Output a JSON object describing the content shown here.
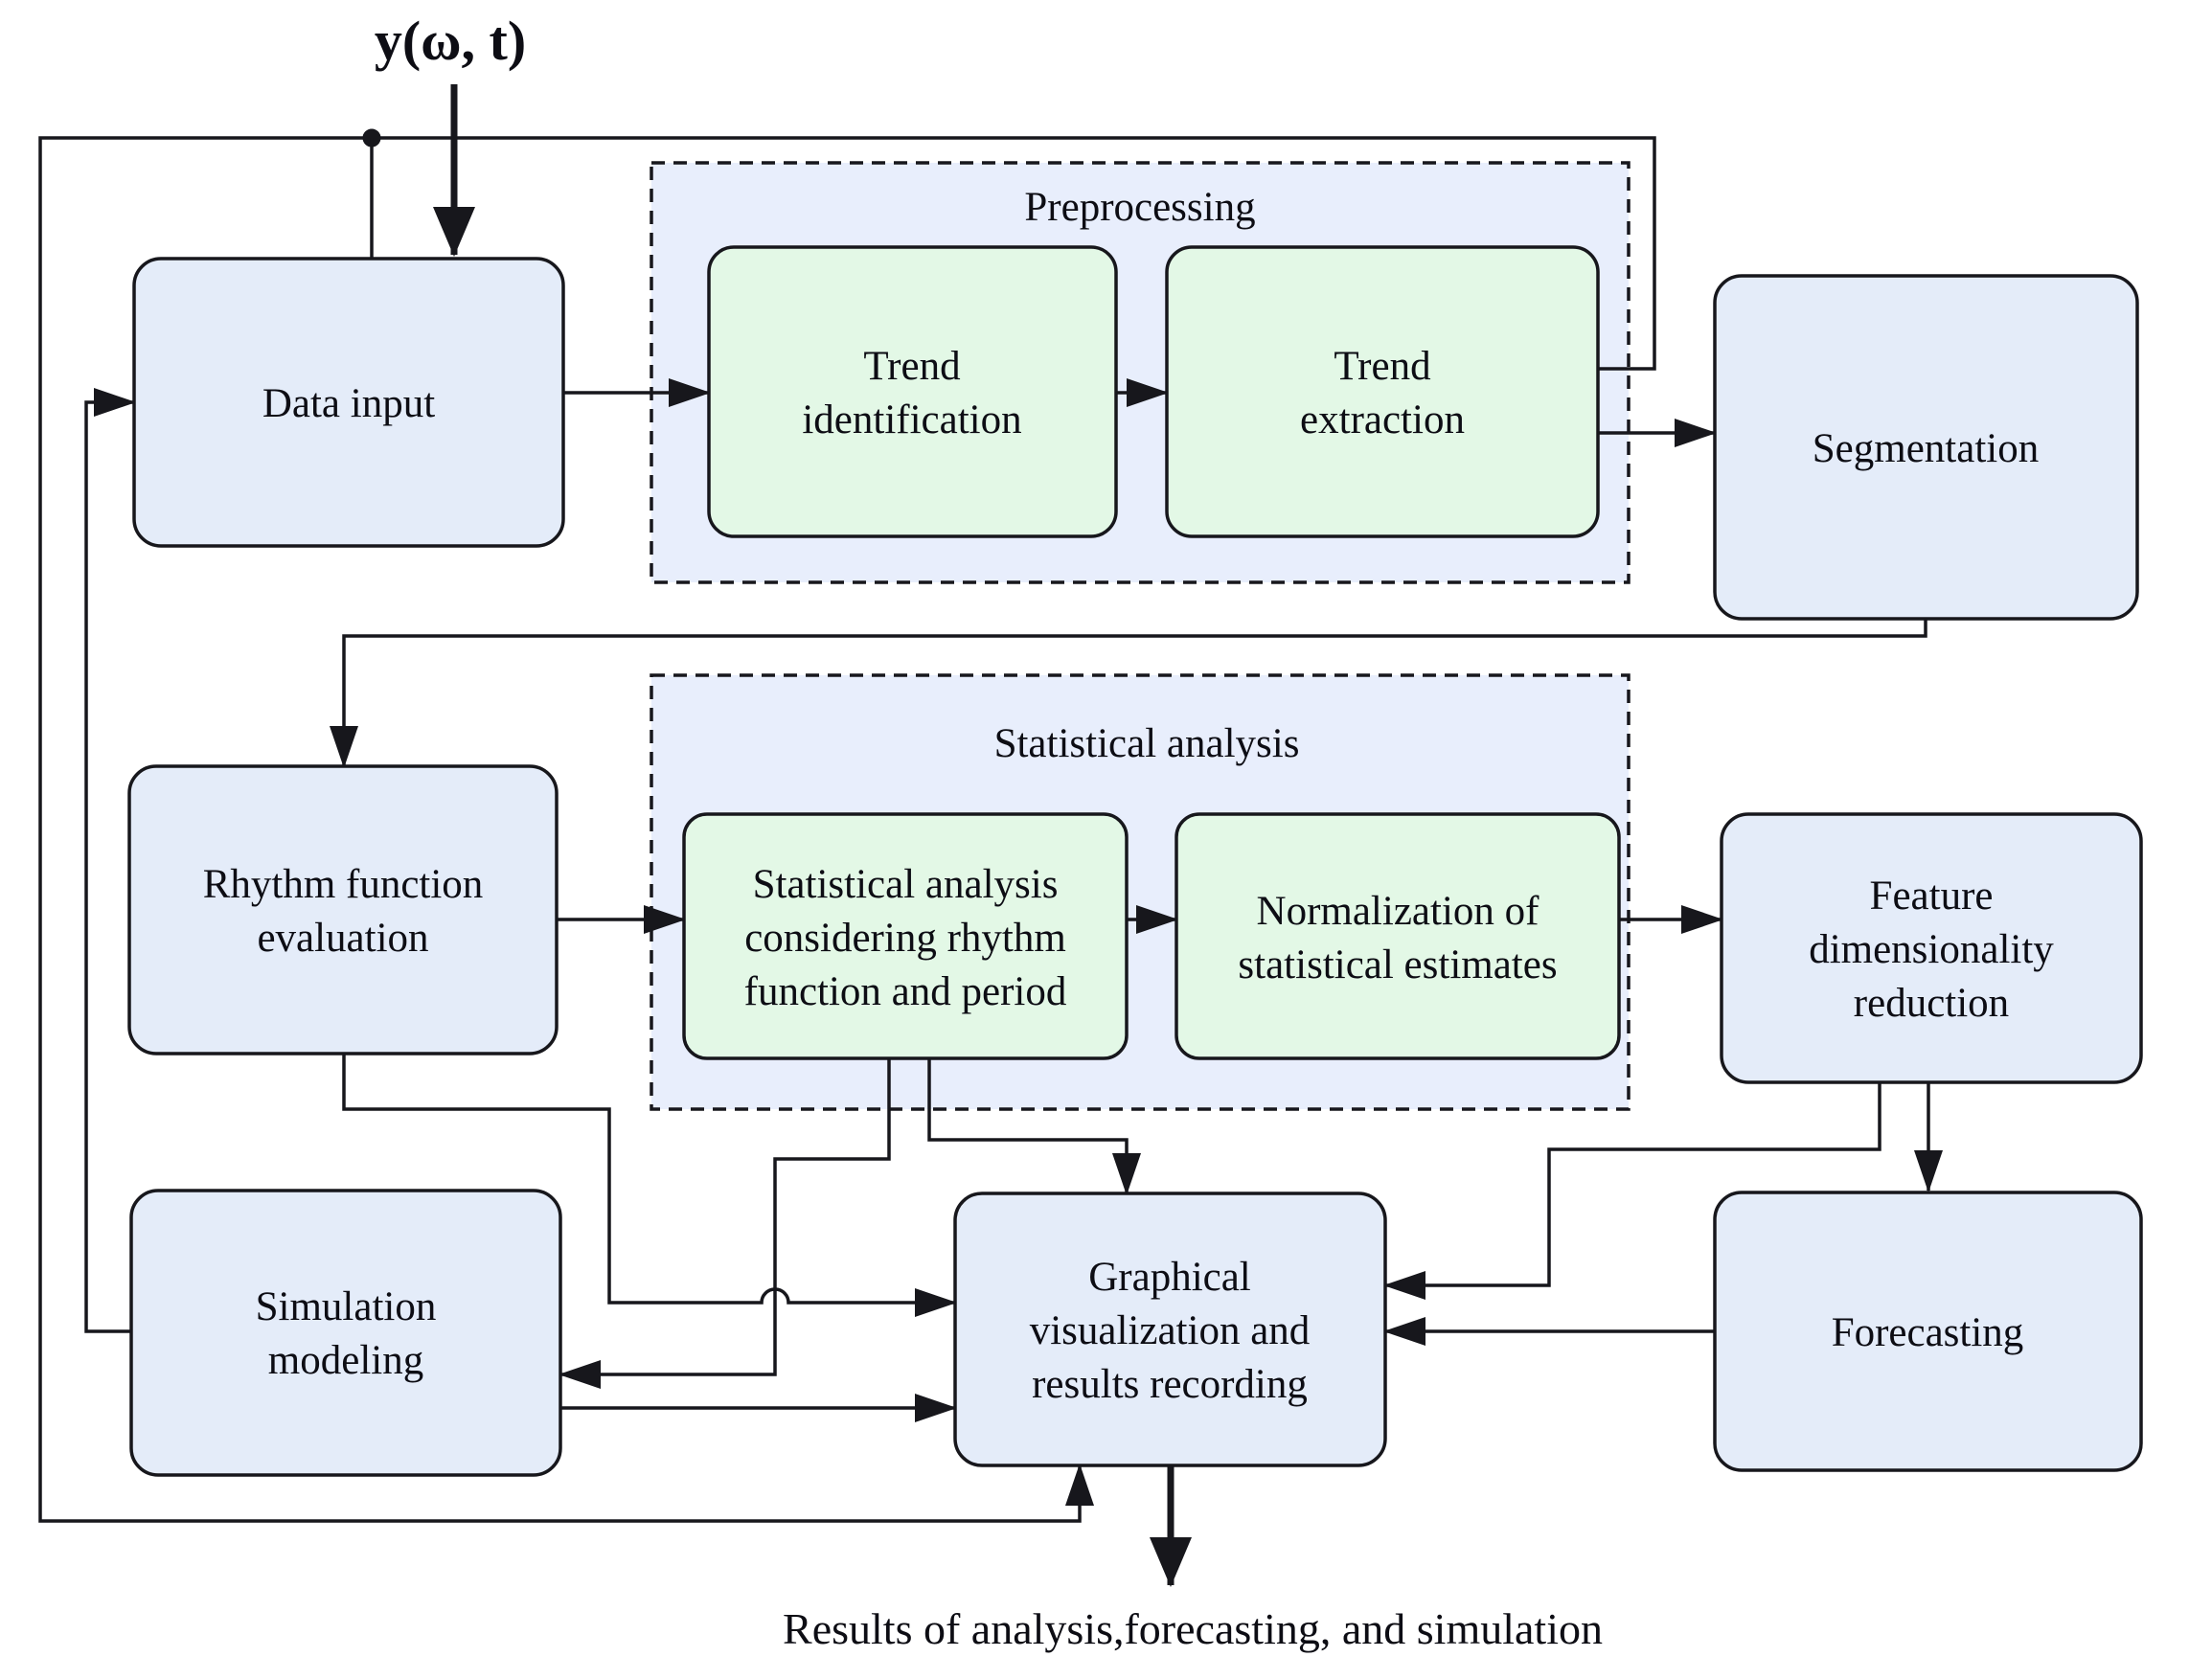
{
  "colors": {
    "node_fill": "#e4ecf9",
    "process_fill": "#e3f8e6",
    "container_fill": "#e8eefc",
    "stroke": "#17171c",
    "text": "#0d0d14",
    "background": "#ffffff"
  },
  "input_label": "y(ω, t)",
  "containers": {
    "preprocessing": {
      "title": "Preprocessing"
    },
    "statistical_analysis": {
      "title": "Statistical analysis"
    }
  },
  "nodes": {
    "data_input": {
      "lines": [
        "Data input"
      ]
    },
    "trend_identification": {
      "lines": [
        "Trend",
        "identification"
      ]
    },
    "trend_extraction": {
      "lines": [
        "Trend",
        "extraction"
      ]
    },
    "segmentation": {
      "lines": [
        "Segmentation"
      ]
    },
    "rhythm_function_evaluation": {
      "lines": [
        "Rhythm function",
        "evaluation"
      ]
    },
    "statistical_analysis_considering": {
      "lines": [
        "Statistical analysis",
        "considering rhythm",
        "function and period"
      ]
    },
    "normalization": {
      "lines": [
        "Normalization of",
        "statistical estimates"
      ]
    },
    "feature_dimensionality_reduction": {
      "lines": [
        "Feature",
        "dimensionality",
        "reduction"
      ]
    },
    "simulation_modeling": {
      "lines": [
        "Simulation",
        "modeling"
      ]
    },
    "graphical_visualization": {
      "lines": [
        "Graphical",
        "visualization and",
        "results recording"
      ]
    },
    "forecasting": {
      "lines": [
        "Forecasting"
      ]
    }
  },
  "output_caption": "Results of analysis,forecasting, and simulation"
}
